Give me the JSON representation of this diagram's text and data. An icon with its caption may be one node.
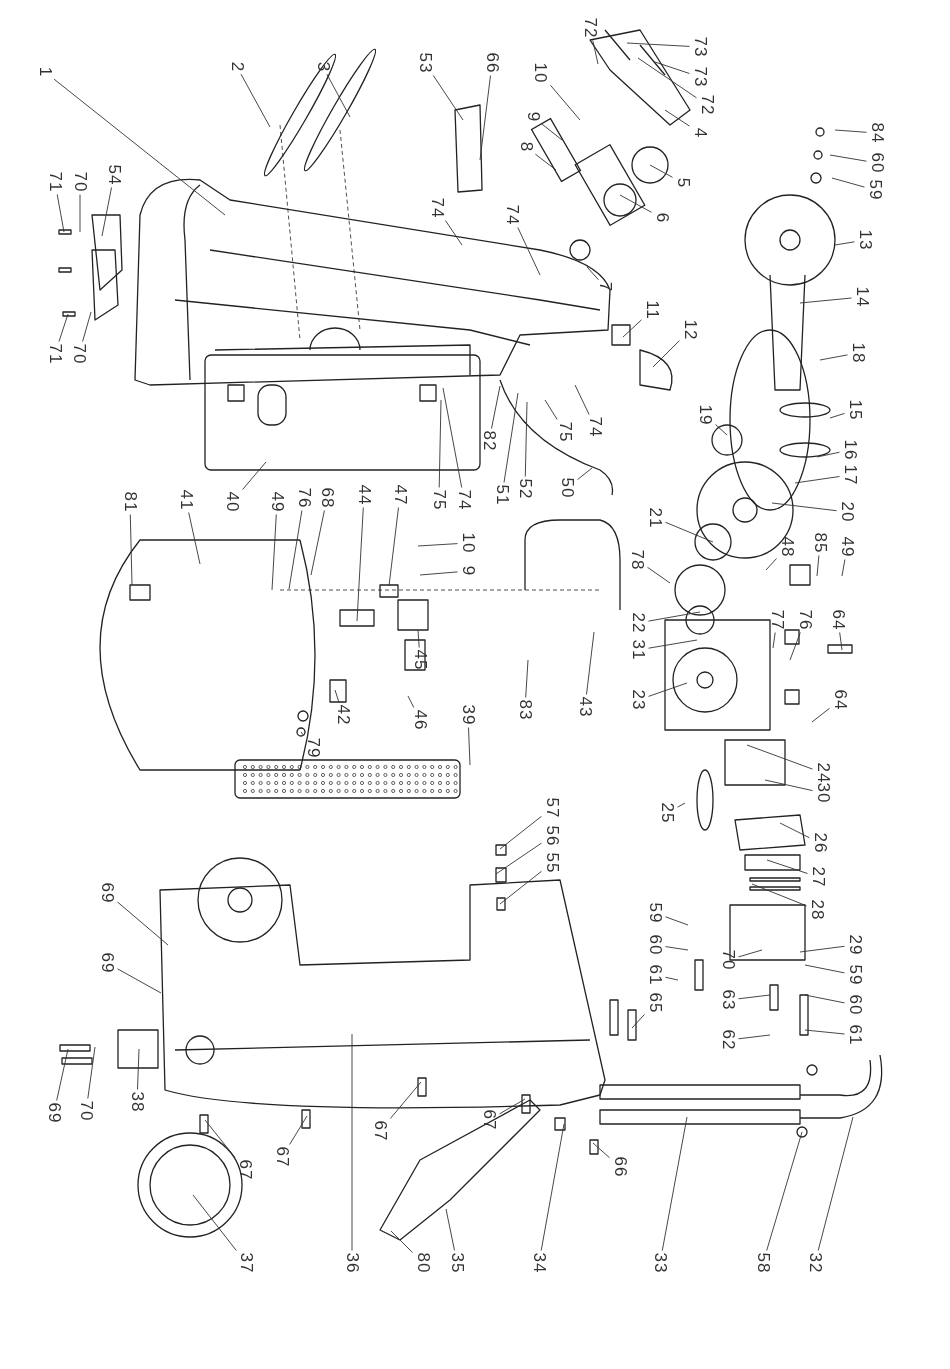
{
  "diagram": {
    "nodes": [
      {
        "text": [
          "1"
        ]
      },
      {
        "text": [
          "2"
        ]
      },
      {
        "text": [
          "3"
        ]
      },
      {
        "text": [
          "53"
        ]
      },
      {
        "text": [
          "66"
        ]
      },
      {
        "text": [
          "10"
        ]
      },
      {
        "text": [
          "9"
        ]
      },
      {
        "text": [
          "8"
        ]
      },
      {
        "text": [
          "72"
        ]
      },
      {
        "text": [
          "73"
        ]
      },
      {
        "text": [
          "73"
        ]
      },
      {
        "text": [
          "72"
        ]
      },
      {
        "text": [
          "4"
        ]
      },
      {
        "text": [
          "5"
        ]
      },
      {
        "text": [
          "6"
        ]
      },
      {
        "text": [
          "84"
        ]
      },
      {
        "text": [
          "60"
        ]
      },
      {
        "text": [
          "59"
        ]
      },
      {
        "text": [
          "13"
        ]
      },
      {
        "text": [
          "14"
        ]
      },
      {
        "text": [
          "18"
        ]
      },
      {
        "text": [
          "15"
        ]
      },
      {
        "text": [
          "74"
        ]
      },
      {
        "text": [
          "74"
        ]
      },
      {
        "text": [
          "7"
        ]
      },
      {
        "text": [
          "11"
        ]
      },
      {
        "text": [
          "12"
        ]
      },
      {
        "text": [
          "54"
        ]
      },
      {
        "text": [
          "71"
        ]
      },
      {
        "text": [
          "70"
        ]
      },
      {
        "text": [
          "71"
        ]
      },
      {
        "text": [
          "70"
        ]
      },
      {
        "text": [
          "82"
        ]
      },
      {
        "text": [
          "51"
        ]
      },
      {
        "text": [
          "52"
        ]
      },
      {
        "text": [
          "50"
        ]
      },
      {
        "text": [
          "75"
        ]
      },
      {
        "text": [
          "74"
        ]
      },
      {
        "text": [
          "74"
        ]
      },
      {
        "text": [
          "75"
        ]
      },
      {
        "text": [
          "19"
        ]
      },
      {
        "text": [
          "16"
        ]
      },
      {
        "text": [
          "17"
        ]
      },
      {
        "text": [
          "20"
        ]
      },
      {
        "text": [
          "21"
        ]
      },
      {
        "text": [
          "40"
        ]
      },
      {
        "text": [
          "41"
        ]
      },
      {
        "text": [
          "81"
        ]
      },
      {
        "text": [
          "49"
        ]
      },
      {
        "text": [
          "76"
        ]
      },
      {
        "text": [
          "68"
        ]
      },
      {
        "text": [
          "44"
        ]
      },
      {
        "text": [
          "47"
        ]
      },
      {
        "text": [
          "10"
        ]
      },
      {
        "text": [
          "9"
        ]
      },
      {
        "text": [
          "48"
        ]
      },
      {
        "text": [
          "85"
        ]
      },
      {
        "text": [
          "49"
        ]
      },
      {
        "text": [
          "78"
        ]
      },
      {
        "text": [
          "77"
        ]
      },
      {
        "text": [
          "76"
        ]
      },
      {
        "text": [
          "64"
        ]
      },
      {
        "text": [
          "22"
        ]
      },
      {
        "text": [
          "31"
        ]
      },
      {
        "text": [
          "45"
        ]
      },
      {
        "text": [
          "64"
        ]
      },
      {
        "text": [
          "23"
        ]
      },
      {
        "text": [
          "43"
        ]
      },
      {
        "text": [
          "83"
        ]
      },
      {
        "text": [
          "46"
        ]
      },
      {
        "text": [
          "42"
        ]
      },
      {
        "text": [
          "39"
        ]
      },
      {
        "text": [
          "79"
        ]
      },
      {
        "text": [
          "24"
        ]
      },
      {
        "text": [
          "30"
        ]
      },
      {
        "text": [
          "25"
        ]
      },
      {
        "text": [
          "57"
        ]
      },
      {
        "text": [
          "56"
        ]
      },
      {
        "text": [
          "55"
        ]
      },
      {
        "text": [
          "26"
        ]
      },
      {
        "text": [
          "27"
        ]
      },
      {
        "text": [
          "28"
        ]
      },
      {
        "text": [
          "69"
        ]
      },
      {
        "text": [
          "59"
        ]
      },
      {
        "text": [
          "60"
        ]
      },
      {
        "text": [
          "61"
        ]
      },
      {
        "text": [
          "65"
        ]
      },
      {
        "text": [
          "29"
        ]
      },
      {
        "text": [
          "59"
        ]
      },
      {
        "text": [
          "60"
        ]
      },
      {
        "text": [
          "61"
        ]
      },
      {
        "text": [
          "70"
        ]
      },
      {
        "text": [
          "63"
        ]
      },
      {
        "text": [
          "62"
        ]
      },
      {
        "text": [
          "69"
        ]
      },
      {
        "text": [
          "38"
        ]
      },
      {
        "text": [
          "69"
        ]
      },
      {
        "text": [
          "70"
        ]
      },
      {
        "text": [
          "67"
        ]
      },
      {
        "text": [
          "67"
        ]
      },
      {
        "text": [
          "67"
        ]
      },
      {
        "text": [
          "67"
        ]
      },
      {
        "text": [
          "66"
        ]
      },
      {
        "text": [
          "37"
        ]
      },
      {
        "text": [
          "36"
        ]
      },
      {
        "text": [
          "80"
        ]
      },
      {
        "text": [
          "35"
        ]
      },
      {
        "text": [
          "34"
        ]
      },
      {
        "text": [
          "33"
        ]
      },
      {
        "text": [
          "58"
        ]
      },
      {
        "text": [
          "32"
        ]
      }
    ],
    "edges": [
      {
        "from": 0,
        "to": null,
        "arrow": "none"
      },
      {
        "from": 1,
        "to": null,
        "arrow": "none"
      },
      {
        "from": 2,
        "to": null,
        "arrow": "none"
      },
      {
        "from": 3,
        "to": null,
        "arrow": "none"
      },
      {
        "from": 4,
        "to": null,
        "arrow": "none"
      },
      {
        "from": 5,
        "to": null,
        "arrow": "none"
      },
      {
        "from": 6,
        "to": null,
        "arrow": "none"
      },
      {
        "from": 7,
        "to": null,
        "arrow": "none"
      },
      {
        "from": 8,
        "to": null,
        "arrow": "none"
      },
      {
        "from": 9,
        "to": null,
        "arrow": "none"
      },
      {
        "from": 10,
        "to": null,
        "arrow": "none"
      },
      {
        "from": 11,
        "to": null,
        "arrow": "none"
      },
      {
        "from": 12,
        "to": null,
        "arrow": "none"
      },
      {
        "from": 13,
        "to": null,
        "arrow": "none"
      },
      {
        "from": 14,
        "to": null,
        "arrow": "none"
      },
      {
        "from": 15,
        "to": null,
        "arrow": "none"
      },
      {
        "from": 16,
        "to": null,
        "arrow": "none"
      },
      {
        "from": 17,
        "to": null,
        "arrow": "none"
      },
      {
        "from": 18,
        "to": null,
        "arrow": "none"
      },
      {
        "from": 19,
        "to": null,
        "arrow": "none"
      },
      {
        "from": 20,
        "to": null,
        "arrow": "none"
      },
      {
        "from": 21,
        "to": null,
        "arrow": "none"
      },
      {
        "from": 22,
        "to": null,
        "arrow": "none"
      },
      {
        "from": 23,
        "to": null,
        "arrow": "none"
      },
      {
        "from": 24,
        "to": null,
        "arrow": "none"
      },
      {
        "from": 25,
        "to": null,
        "arrow": "none"
      },
      {
        "from": 26,
        "to": null,
        "arrow": "none"
      },
      {
        "from": 27,
        "to": null,
        "arrow": "none"
      },
      {
        "from": 28,
        "to": null,
        "arrow": "none"
      },
      {
        "from": 29,
        "to": null,
        "arrow": "none"
      },
      {
        "from": 30,
        "to": null,
        "arrow": "none"
      },
      {
        "from": 31,
        "to": null,
        "arrow": "none"
      },
      {
        "from": 32,
        "to": null,
        "arrow": "none"
      },
      {
        "from": 33,
        "to": null,
        "arrow": "none"
      },
      {
        "from": 34,
        "to": null,
        "arrow": "none"
      },
      {
        "from": 35,
        "to": null,
        "arrow": "none"
      },
      {
        "from": 36,
        "to": null,
        "arrow": "none"
      },
      {
        "from": 37,
        "to": null,
        "arrow": "none"
      },
      {
        "from": 38,
        "to": null,
        "arrow": "none"
      },
      {
        "from": 39,
        "to": null,
        "arrow": "none"
      },
      {
        "from": 40,
        "to": null,
        "arrow": "none"
      },
      {
        "from": 41,
        "to": null,
        "arrow": "none"
      },
      {
        "from": 42,
        "to": null,
        "arrow": "none"
      },
      {
        "from": 43,
        "to": null,
        "arrow": "none"
      },
      {
        "from": 44,
        "to": null,
        "arrow": "none"
      },
      {
        "from": 45,
        "to": null,
        "arrow": "none"
      },
      {
        "from": 46,
        "to": null,
        "arrow": "none"
      },
      {
        "from": 47,
        "to": null,
        "arrow": "none"
      },
      {
        "from": 48,
        "to": null,
        "arrow": "none"
      },
      {
        "from": 49,
        "to": null,
        "arrow": "none"
      },
      {
        "from": 50,
        "to": null,
        "arrow": "none"
      },
      {
        "from": 51,
        "to": null,
        "arrow": "none"
      },
      {
        "from": 52,
        "to": null,
        "arrow": "none"
      },
      {
        "from": 53,
        "to": null,
        "arrow": "none"
      },
      {
        "from": 54,
        "to": null,
        "arrow": "none"
      },
      {
        "from": 55,
        "to": null,
        "arrow": "none"
      },
      {
        "from": 56,
        "to": null,
        "arrow": "none"
      },
      {
        "from": 57,
        "to": null,
        "arrow": "none"
      },
      {
        "from": 58,
        "to": null,
        "arrow": "none"
      },
      {
        "from": 59,
        "to": null,
        "arrow": "none"
      },
      {
        "from": 60,
        "to": null,
        "arrow": "none"
      },
      {
        "from": 61,
        "to": null,
        "arrow": "none"
      },
      {
        "from": 62,
        "to": null,
        "arrow": "none"
      },
      {
        "from": 63,
        "to": null,
        "arrow": "none"
      },
      {
        "from": 64,
        "to": null,
        "arrow": "none"
      },
      {
        "from": 65,
        "to": null,
        "arrow": "none"
      },
      {
        "from": 66,
        "to": null,
        "arrow": "none"
      },
      {
        "from": 67,
        "to": null,
        "arrow": "none"
      },
      {
        "from": 68,
        "to": null,
        "arrow": "none"
      },
      {
        "from": 69,
        "to": null,
        "arrow": "none"
      },
      {
        "from": 70,
        "to": null,
        "arrow": "none"
      },
      {
        "from": 71,
        "to": null,
        "arrow": "none"
      },
      {
        "from": 72,
        "to": null,
        "arrow": "none"
      },
      {
        "from": 73,
        "to": null,
        "arrow": "none"
      },
      {
        "from": 74,
        "to": null,
        "arrow": "none"
      },
      {
        "from": 75,
        "to": null,
        "arrow": "none"
      },
      {
        "from": 76,
        "to": null,
        "arrow": "none"
      },
      {
        "from": 77,
        "to": null,
        "arrow": "none"
      },
      {
        "from": 78,
        "to": null,
        "arrow": "none"
      },
      {
        "from": 79,
        "to": null,
        "arrow": "none"
      },
      {
        "from": 80,
        "to": null,
        "arrow": "none"
      },
      {
        "from": 81,
        "to": null,
        "arrow": "none"
      },
      {
        "from": 82,
        "to": null,
        "arrow": "none"
      },
      {
        "from": 83,
        "to": null,
        "arrow": "none"
      },
      {
        "from": 84,
        "to": null,
        "arrow": "none"
      },
      {
        "from": 85,
        "to": null,
        "arrow": "none"
      },
      {
        "from": 86,
        "to": null,
        "arrow": "none"
      },
      {
        "from": 87,
        "to": null,
        "arrow": "none"
      },
      {
        "from": 88,
        "to": null,
        "arrow": "none"
      },
      {
        "from": 89,
        "to": null,
        "arrow": "none"
      },
      {
        "from": 90,
        "to": null,
        "arrow": "none"
      },
      {
        "from": 91,
        "to": null,
        "arrow": "none"
      },
      {
        "from": 92,
        "to": null,
        "arrow": "none"
      },
      {
        "from": 93,
        "to": null,
        "arrow": "none"
      },
      {
        "from": 94,
        "to": null,
        "arrow": "none"
      },
      {
        "from": 95,
        "to": null,
        "arrow": "none"
      },
      {
        "from": 96,
        "to": null,
        "arrow": "none"
      },
      {
        "from": 97,
        "to": null,
        "arrow": "none"
      },
      {
        "from": 98,
        "to": null,
        "arrow": "none"
      },
      {
        "from": 99,
        "to": null,
        "arrow": "none"
      },
      {
        "from": 100,
        "to": null,
        "arrow": "none"
      },
      {
        "from": 101,
        "to": null,
        "arrow": "none"
      },
      {
        "from": 102,
        "to": null,
        "arrow": "none"
      },
      {
        "from": 103,
        "to": null,
        "arrow": "none"
      },
      {
        "from": 104,
        "to": null,
        "arrow": "none"
      },
      {
        "from": 105,
        "to": null,
        "arrow": "none"
      },
      {
        "from": 106,
        "to": null,
        "arrow": "none"
      },
      {
        "from": 107,
        "to": null,
        "arrow": "none"
      },
      {
        "from": 108,
        "to": null,
        "arrow": "none"
      },
      {
        "from": 109,
        "to": null,
        "arrow": "none"
      },
      {
        "from": 110,
        "to": null,
        "arrow": "none"
      }
    ]
  }
}
